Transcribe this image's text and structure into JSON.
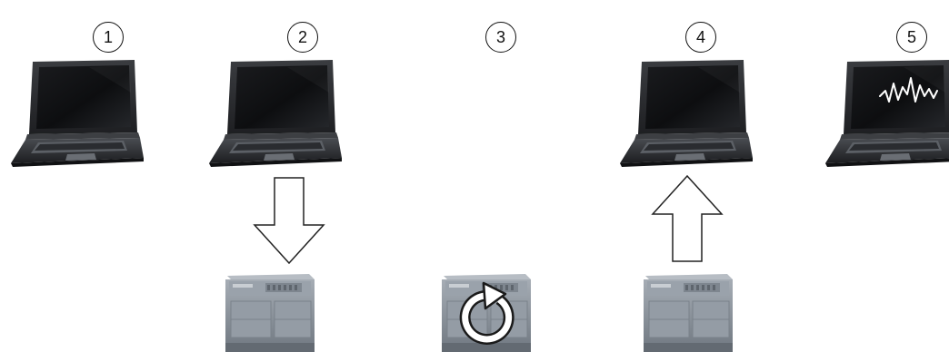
{
  "steps": [
    {
      "number": "1"
    },
    {
      "number": "2"
    },
    {
      "number": "3"
    },
    {
      "number": "4"
    },
    {
      "number": "5"
    }
  ],
  "icons": {
    "laptop": "laptop-icon",
    "plc": "plc-controller-icon",
    "download_arrow": "arrow-down-icon",
    "upload_arrow": "arrow-up-icon",
    "cycle": "cycle-refresh-icon",
    "waveform": "waveform-icon"
  },
  "colors": {
    "laptop_body": "#2b2d30",
    "laptop_screen": "#121316",
    "plc_body": "#878f98",
    "arrow_stroke": "#222222"
  }
}
